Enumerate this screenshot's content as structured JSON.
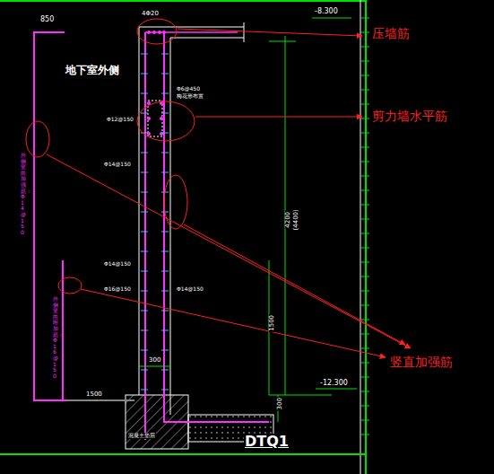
{
  "diagram": {
    "labels": [
      "850",
      "4Φ20",
      "-8.300",
      "压墙筋",
      "地下室外侧",
      "Φ6@450",
      "梅花形布置",
      "Φ12@150",
      "剪力墙水平筋",
      "Φ14@150",
      "外侧竖向加强筋：Φ14@150",
      "Φ14@150",
      "Φ16@150",
      "Φ14@150",
      "外侧竖向附加筋：Φ16@150",
      "4200",
      "(4400)",
      "1500",
      "300",
      "竖直加强筋",
      "1500",
      "-12.300",
      "300",
      "混凝土垫层",
      "DTQ1"
    ]
  }
}
